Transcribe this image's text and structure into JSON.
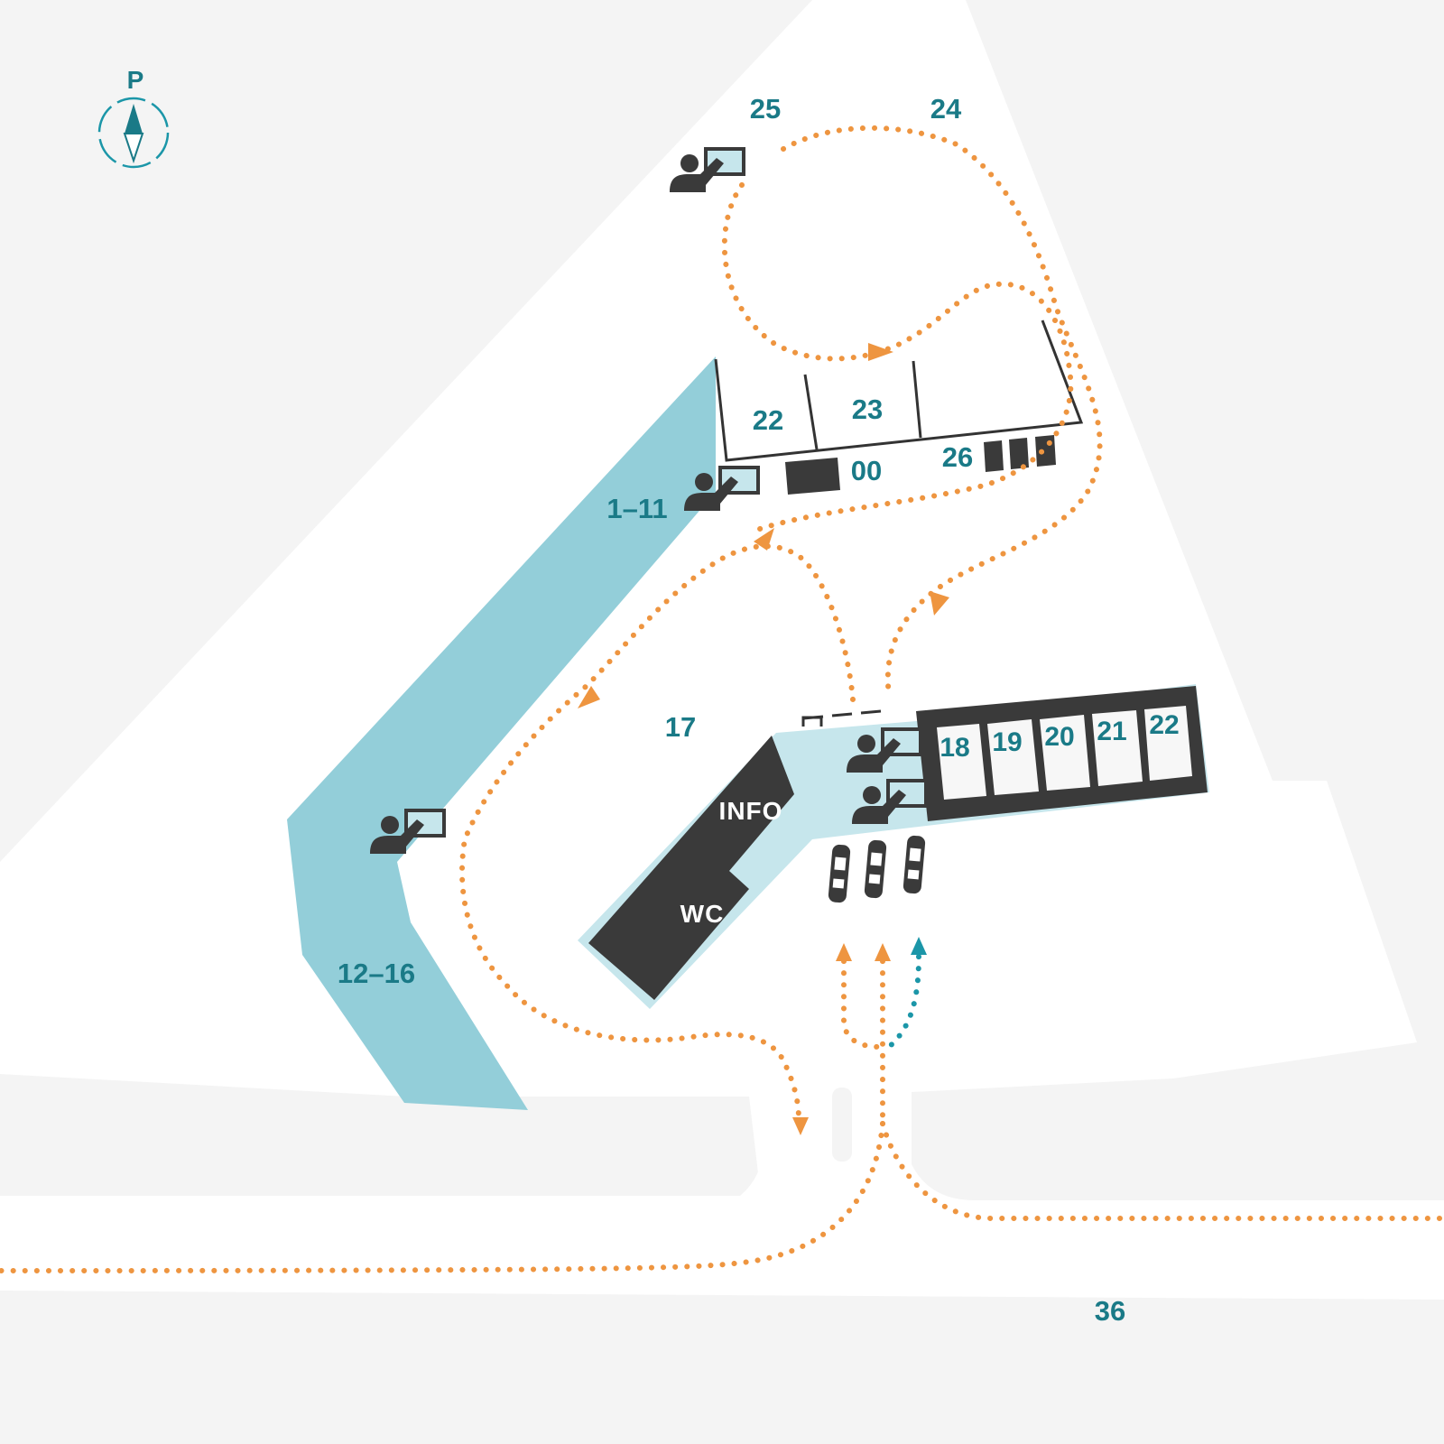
{
  "compass": {
    "label": "P",
    "icon": "compass-north-icon"
  },
  "zones": {
    "z25": "25",
    "z24": "24",
    "z22_top": "22",
    "z23": "23",
    "z00": "00",
    "z26": "26",
    "z1_11": "1–11",
    "z17": "17",
    "z12_16": "12–16",
    "z36": "36"
  },
  "bays": [
    "18",
    "19",
    "20",
    "21",
    "22"
  ],
  "building": {
    "info": "INFO",
    "wc": "WC"
  },
  "colors": {
    "background": "#f4f4f4",
    "ground": "#ffffff",
    "water_zone": "#93ced9",
    "light_zone": "#c6e6ec",
    "building": "#3a3a3a",
    "route": "#ee9540",
    "route_alt": "#1b96a8",
    "label": "#1a7a87"
  },
  "icons": [
    "person-at-board-icon",
    "car-icon",
    "route-arrow-icon"
  ]
}
